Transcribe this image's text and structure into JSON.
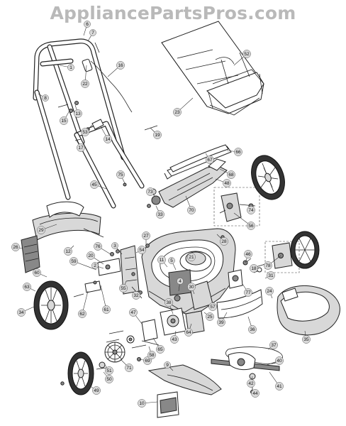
{
  "watermark": "AppliancePartsPros.com",
  "callouts": [
    {
      "id": "c6",
      "label": "6"
    },
    {
      "id": "c7",
      "label": "7"
    },
    {
      "id": "c52",
      "label": "52"
    },
    {
      "id": "c1",
      "label": "1"
    },
    {
      "id": "c16",
      "label": "16"
    },
    {
      "id": "c22",
      "label": "22"
    },
    {
      "id": "c8",
      "label": "8"
    },
    {
      "id": "c23",
      "label": "23"
    },
    {
      "id": "c13",
      "label": "13"
    },
    {
      "id": "c15",
      "label": "15"
    },
    {
      "id": "c53",
      "label": "53"
    },
    {
      "id": "c14",
      "label": "14"
    },
    {
      "id": "c19",
      "label": "19"
    },
    {
      "id": "c17",
      "label": "17"
    },
    {
      "id": "c66",
      "label": "66"
    },
    {
      "id": "c67",
      "label": "67"
    },
    {
      "id": "c68",
      "label": "68"
    },
    {
      "id": "c75",
      "label": "75"
    },
    {
      "id": "c45",
      "label": "45"
    },
    {
      "id": "c48",
      "label": "48"
    },
    {
      "id": "c73",
      "label": "73"
    },
    {
      "id": "c70",
      "label": "70"
    },
    {
      "id": "c74",
      "label": "74"
    },
    {
      "id": "c33",
      "label": "33"
    },
    {
      "id": "c56",
      "label": "56"
    },
    {
      "id": "c29",
      "label": "29"
    },
    {
      "id": "c27",
      "label": "27"
    },
    {
      "id": "c28",
      "label": "28"
    },
    {
      "id": "c26",
      "label": "26"
    },
    {
      "id": "c12",
      "label": "12"
    },
    {
      "id": "c76",
      "label": "76"
    },
    {
      "id": "c3",
      "label": "3"
    },
    {
      "id": "c54",
      "label": "54"
    },
    {
      "id": "c20",
      "label": "20"
    },
    {
      "id": "c11",
      "label": "11"
    },
    {
      "id": "c21",
      "label": "21"
    },
    {
      "id": "c46",
      "label": "46"
    },
    {
      "id": "c59",
      "label": "59"
    },
    {
      "id": "c2",
      "label": "2"
    },
    {
      "id": "c60",
      "label": "60"
    },
    {
      "id": "c5",
      "label": "5"
    },
    {
      "id": "c78",
      "label": "78"
    },
    {
      "id": "c18",
      "label": "18"
    },
    {
      "id": "c31",
      "label": "31"
    },
    {
      "id": "c63",
      "label": "63"
    },
    {
      "id": "c55",
      "label": "55"
    },
    {
      "id": "c32",
      "label": "32"
    },
    {
      "id": "c34",
      "label": "34"
    },
    {
      "id": "c62",
      "label": "62"
    },
    {
      "id": "c61",
      "label": "61"
    },
    {
      "id": "c4",
      "label": "4"
    },
    {
      "id": "c30",
      "label": "30"
    },
    {
      "id": "c38",
      "label": "38"
    },
    {
      "id": "c57",
      "label": "57"
    },
    {
      "id": "c25",
      "label": "25"
    },
    {
      "id": "c77",
      "label": "77"
    },
    {
      "id": "c24",
      "label": "24"
    },
    {
      "id": "c47",
      "label": "47"
    },
    {
      "id": "c39",
      "label": "39"
    },
    {
      "id": "c36",
      "label": "36"
    },
    {
      "id": "c35",
      "label": "35"
    },
    {
      "id": "c64",
      "label": "64"
    },
    {
      "id": "c43",
      "label": "43"
    },
    {
      "id": "c65",
      "label": "65"
    },
    {
      "id": "c69",
      "label": "69"
    },
    {
      "id": "c58",
      "label": "58"
    },
    {
      "id": "c71",
      "label": "71"
    },
    {
      "id": "c37",
      "label": "37"
    },
    {
      "id": "c40",
      "label": "40"
    },
    {
      "id": "c9",
      "label": "9"
    },
    {
      "id": "c51",
      "label": "51"
    },
    {
      "id": "c50",
      "label": "50"
    },
    {
      "id": "c49",
      "label": "49"
    },
    {
      "id": "c42",
      "label": "42"
    },
    {
      "id": "c41",
      "label": "41"
    },
    {
      "id": "c44",
      "label": "44"
    },
    {
      "id": "c10",
      "label": "10"
    }
  ]
}
